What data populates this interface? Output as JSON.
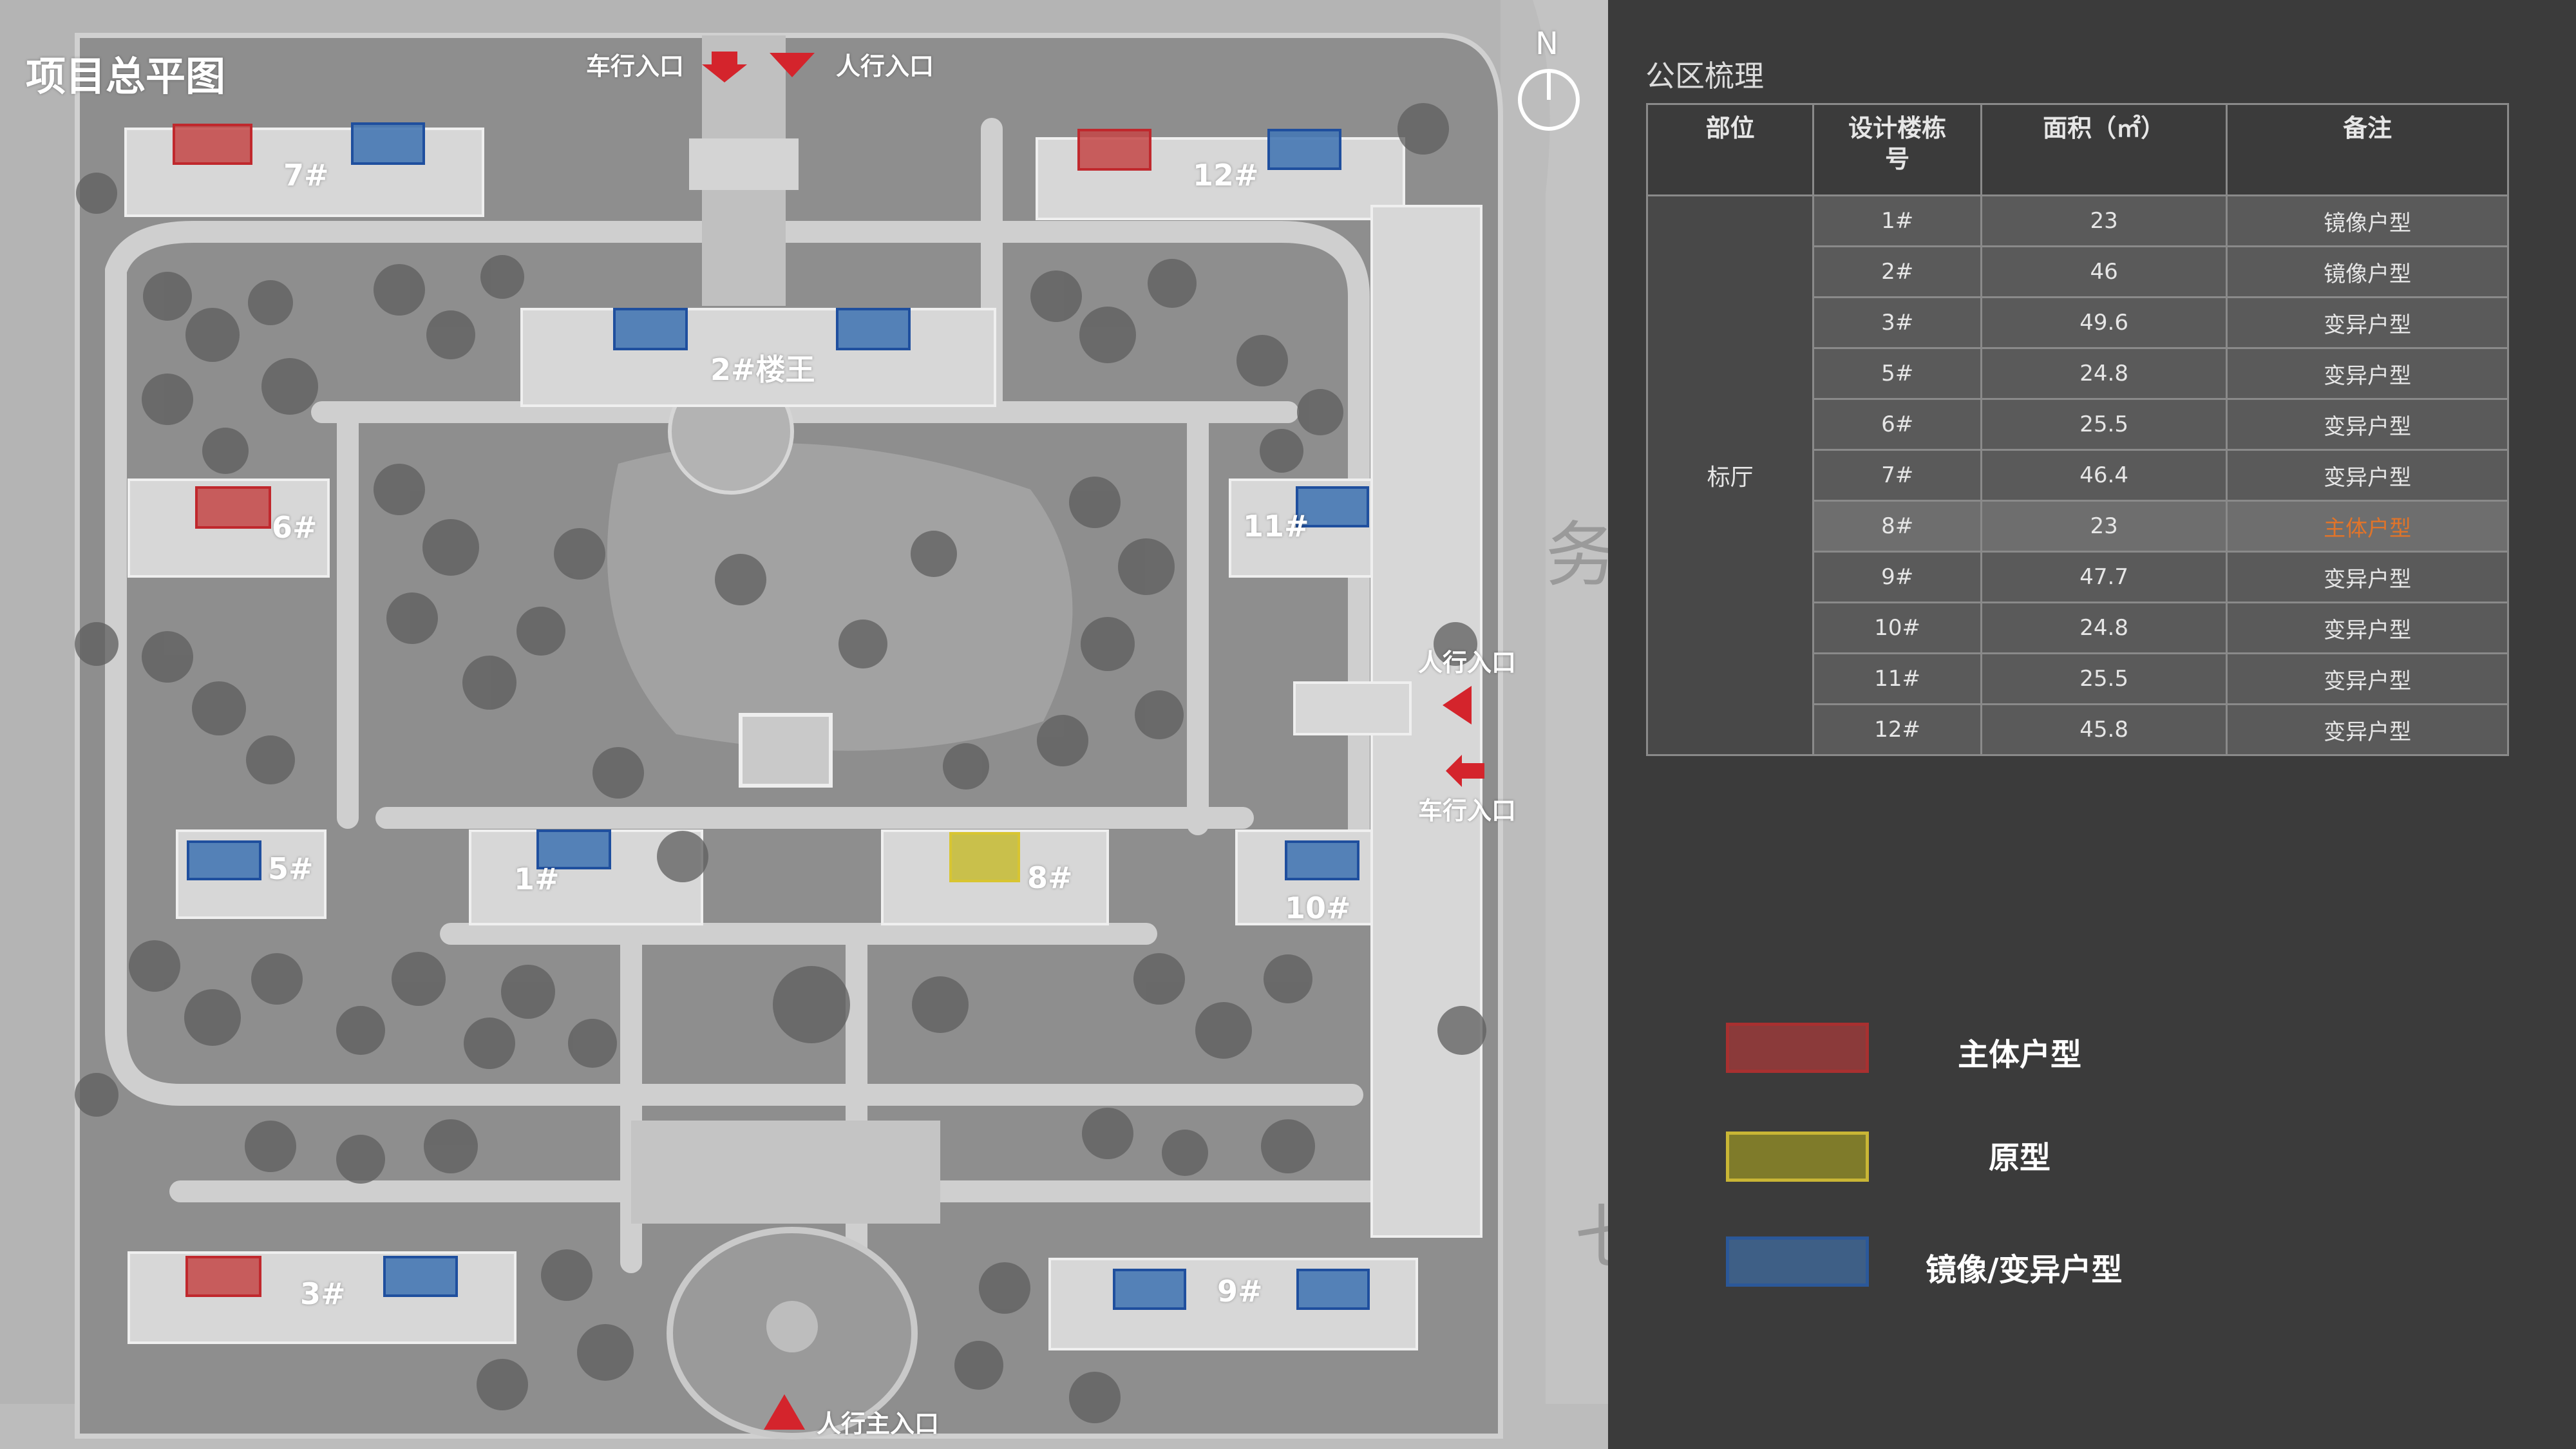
{
  "map": {
    "title": "项目总平图",
    "north": "N",
    "road_chars": [
      "务",
      "七"
    ],
    "entrances": {
      "car_top": "车行入口",
      "ped_top": "人行入口",
      "ped_right": "人行入口",
      "car_right": "车行入口",
      "ped_main": "人行主入口"
    },
    "buildings": [
      "7#",
      "12#",
      "2#楼王",
      "6#",
      "11#",
      "5#",
      "1#",
      "8#",
      "10#",
      "3#",
      "9#"
    ]
  },
  "panel": {
    "title": "公区梳理",
    "headers": [
      "部位",
      "设计楼栋号",
      "面积（㎡）",
      "备注"
    ],
    "section": "标厅",
    "rows": [
      {
        "bld": "1#",
        "area": "23",
        "note": "镜像户型"
      },
      {
        "bld": "2#",
        "area": "46",
        "note": "镜像户型"
      },
      {
        "bld": "3#",
        "area": "49.6",
        "note": "变异户型"
      },
      {
        "bld": "5#",
        "area": "24.8",
        "note": "变异户型"
      },
      {
        "bld": "6#",
        "area": "25.5",
        "note": "变异户型"
      },
      {
        "bld": "7#",
        "area": "46.4",
        "note": "变异户型"
      },
      {
        "bld": "8#",
        "area": "23",
        "note": "主体户型"
      },
      {
        "bld": "9#",
        "area": "47.7",
        "note": "变异户型"
      },
      {
        "bld": "10#",
        "area": "24.8",
        "note": "变异户型"
      },
      {
        "bld": "11#",
        "area": "25.5",
        "note": "变异户型"
      },
      {
        "bld": "12#",
        "area": "45.8",
        "note": "变异户型"
      }
    ]
  },
  "legend": [
    {
      "label": "主体户型",
      "color": "#8b3a3a"
    },
    {
      "label": "原型",
      "color": "#7f7b2a"
    },
    {
      "label": "镜像/变异户型",
      "color": "#3e5f86"
    }
  ]
}
